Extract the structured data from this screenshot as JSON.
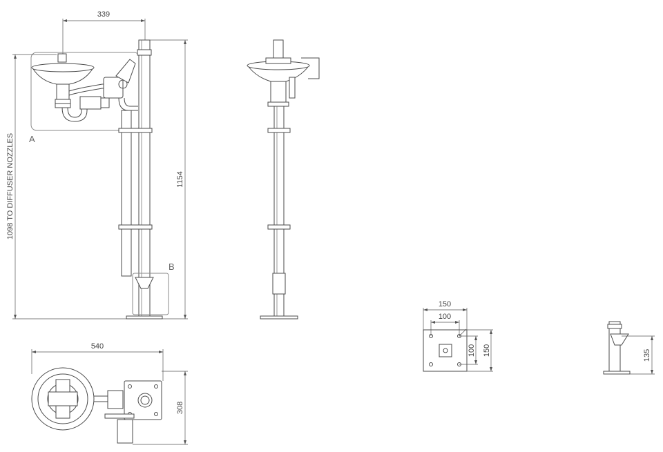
{
  "dimensions": {
    "side_bowl_width": "339",
    "overall_height": "1154",
    "nozzle_height": "1098 TO DIFFUSER NOZZLES",
    "plan_width": "540",
    "plan_depth": "308",
    "plate_outer_width": "150",
    "plate_inner_width": "100",
    "plate_inner_height": "100",
    "plate_outer_height": "150",
    "valve_height": "135"
  },
  "callouts": {
    "detail_a": "A",
    "detail_b": "B"
  }
}
